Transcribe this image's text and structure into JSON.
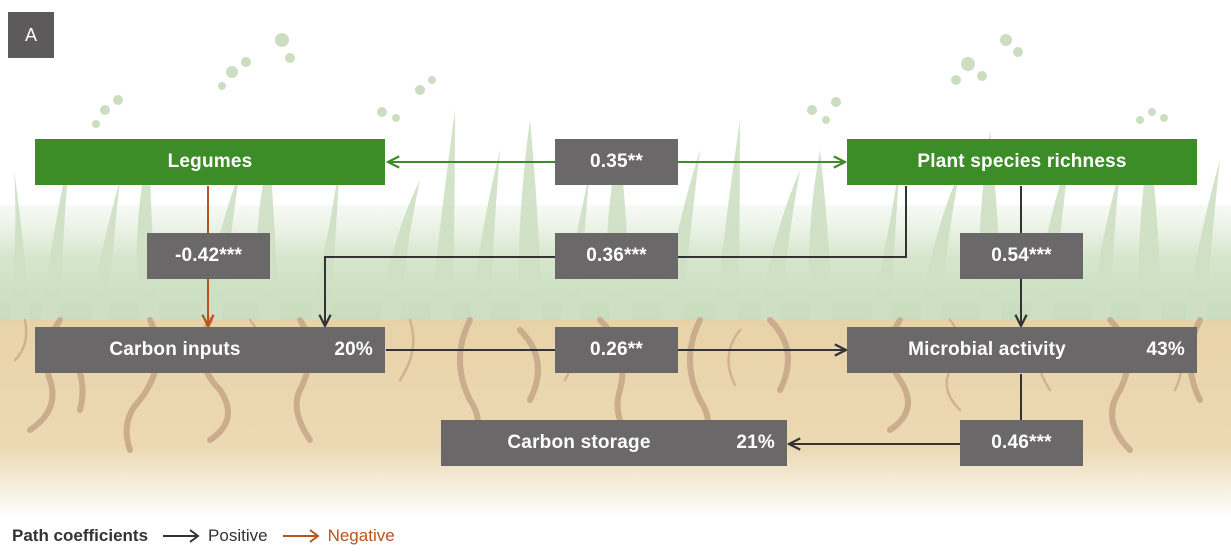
{
  "panel_label": "A",
  "nodes": {
    "legumes": {
      "label": "Legumes",
      "pct": ""
    },
    "plant_richness": {
      "label": "Plant species richness",
      "pct": ""
    },
    "carbon_inputs": {
      "label": "Carbon inputs",
      "pct": "20%"
    },
    "microbial_activity": {
      "label": "Microbial activity",
      "pct": "43%"
    },
    "carbon_storage": {
      "label": "Carbon storage",
      "pct": "21%"
    }
  },
  "paths": {
    "legumes_richness": {
      "value": "0.35**",
      "sign": "positive"
    },
    "legumes_inputs": {
      "value": "-0.42***",
      "sign": "negative"
    },
    "richness_inputs": {
      "value": "0.36***",
      "sign": "positive"
    },
    "richness_microbial": {
      "value": "0.54***",
      "sign": "positive"
    },
    "inputs_microbial": {
      "value": "0.26**",
      "sign": "positive"
    },
    "microbial_storage": {
      "value": "0.46***",
      "sign": "positive"
    }
  },
  "legend": {
    "title": "Path coefficients",
    "positive": "Positive",
    "negative": "Negative"
  },
  "colors": {
    "positive_arrow": "#333333",
    "negative_arrow": "#b5541c",
    "correlation_arrow": "#3c8c28",
    "node_green": "#3c8c28",
    "node_gray": "#6a6868",
    "grass": "#cfdfc5",
    "soil": "#e8d3a8",
    "roots": "#c6a688"
  }
}
